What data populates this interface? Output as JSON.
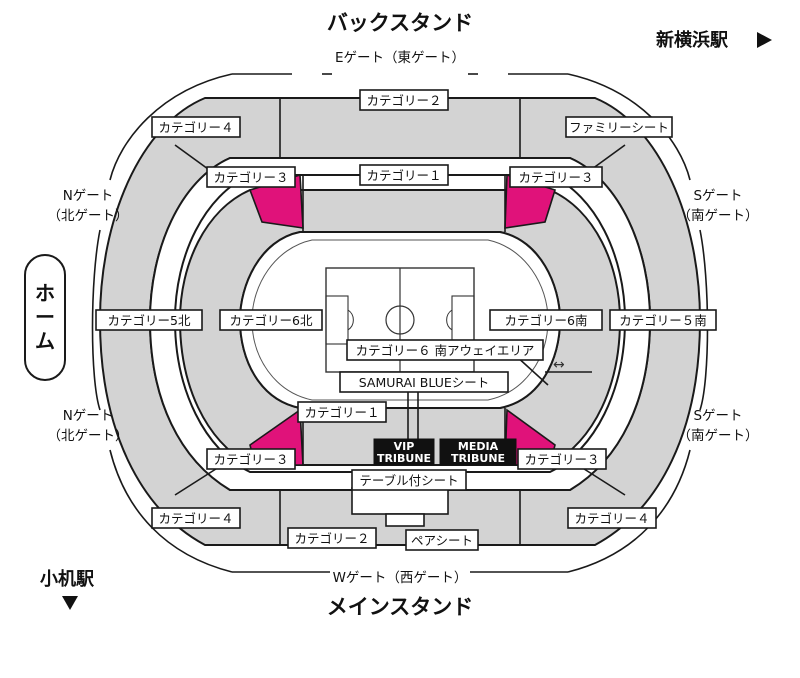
{
  "titles": {
    "back_stand": "バックスタンド",
    "main_stand": "メインスタンド",
    "shin_yokohama": "新横浜駅",
    "kozukue": "小机駅",
    "home": "ホーム"
  },
  "gates": {
    "east_line1": "Eゲート",
    "east_line2": "（東ゲート）",
    "west_line1": "Wゲート",
    "west_line2": "（西ゲート）",
    "north": "Nゲート",
    "north_sub": "（北ゲート）",
    "south": "Sゲート",
    "south_sub": "（南ゲート）"
  },
  "sections": {
    "cat1": "カテゴリー１",
    "cat2": "カテゴリー２",
    "cat3": "カテゴリー３",
    "cat4": "カテゴリー４",
    "cat5n": "カテゴリー5北",
    "cat5s": "カテゴリー５南",
    "cat6n": "カテゴリー6北",
    "cat6s": "カテゴリー6南",
    "cat6away": "カテゴリー６ 南アウェイエリア",
    "family": "ファミリーシート",
    "samurai": "SAMURAI BLUEシート",
    "vip1": "VIP",
    "vip2": "TRIBUNE",
    "media1": "MEDIA",
    "media2": "TRIBUNE",
    "table": "テーブル付シート",
    "pair": "ペアシート"
  },
  "colors": {
    "section_fill": "#d3d3d3",
    "accent_magenta": "#e0127a",
    "outline": "#1a1a1a"
  }
}
